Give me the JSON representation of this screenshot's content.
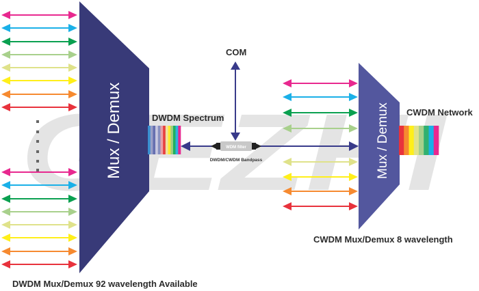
{
  "diagram": {
    "watermark": "GEZHI",
    "left_mux": {
      "label": "Mux / Demux",
      "color": "#383a78"
    },
    "right_mux": {
      "label": "Mux / Demux",
      "color": "#53579e"
    },
    "com_label": "COM",
    "dwdm_spectrum_label": "DWDM Spectrum",
    "cwdm_network_label": "CWDM Network",
    "filter_label": "WDM filter",
    "bandpass_label": "DWDM/CWDM Bandpass",
    "dwdm_caption": "DWDM Mux/Demux 92 wavelength Available",
    "cwdm_caption": "CWDM Mux/Demux 8 wavelength",
    "link_color": "#383a8a",
    "channel_colors": [
      "#e8288f",
      "#1ab0e8",
      "#0aa050",
      "#a8d08c",
      "#dfe28a",
      "#ffef1a",
      "#f68a30",
      "#e8323c"
    ],
    "dwdm_spectrum_colors": [
      "#3a8fd0",
      "#9aa0c8",
      "#6670b0",
      "#c8c8e0",
      "#8890c0",
      "#e8a0a8",
      "#e84040",
      "#f0e0a0",
      "#ffe830",
      "#a0d080",
      "#20b060",
      "#30b0e0",
      "#e82890"
    ],
    "cwdm_spectrum_colors": [
      "#e8323c",
      "#f68a30",
      "#ffef1a",
      "#dfe28a",
      "#a8d08c",
      "#30b070",
      "#1ab0e8",
      "#e8288f"
    ]
  }
}
